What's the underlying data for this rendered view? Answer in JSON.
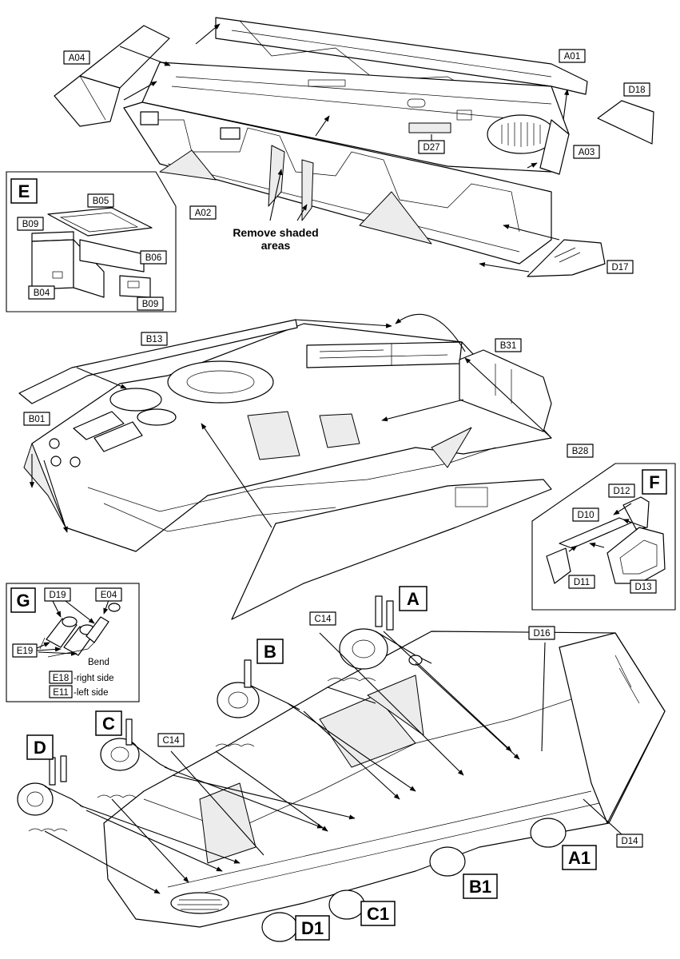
{
  "hull_lower": {
    "labels": {
      "a04": "A04",
      "a01": "A01",
      "a02": "A02",
      "a03": "A03",
      "d18": "D18",
      "d27": "D27",
      "d17": "D17"
    },
    "note_line1": "Remove shaded",
    "note_line2": "areas"
  },
  "inset_e": {
    "title": "E",
    "labels": {
      "b05": "B05",
      "b09_top": "B09",
      "b06": "B06",
      "b04": "B04",
      "b09_bottom": "B09"
    }
  },
  "hull_upper": {
    "labels": {
      "b13": "B13",
      "b31": "B31",
      "b01": "B01",
      "b28": "B28"
    }
  },
  "inset_f": {
    "title": "F",
    "labels": {
      "d12": "D12",
      "d10": "D10",
      "d11": "D11",
      "d13": "D13"
    }
  },
  "inset_g": {
    "title": "G",
    "labels": {
      "d19": "D19",
      "e04": "E04",
      "e19": "E19",
      "e18": "E18",
      "e11": "E11"
    },
    "bend": "Bend",
    "right_side": "-right side",
    "left_side": "-left side"
  },
  "suspension": {
    "callouts": {
      "a": "A",
      "b": "B",
      "c": "C",
      "d": "D",
      "a1": "A1",
      "b1": "B1",
      "c1": "C1",
      "d1": "D1"
    },
    "labels": {
      "c14_top": "C14",
      "c14_left": "C14",
      "d16": "D16",
      "d14": "D14"
    }
  }
}
